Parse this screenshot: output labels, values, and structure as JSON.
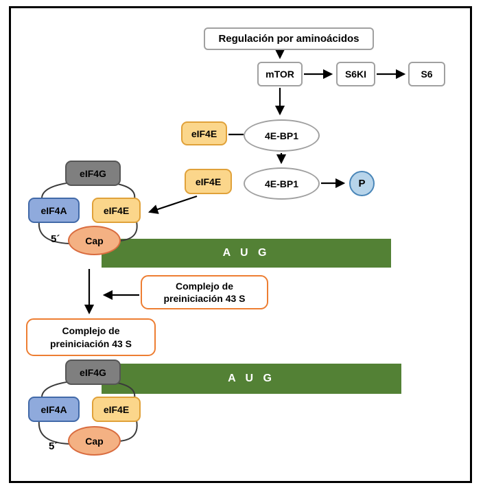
{
  "colors": {
    "yellow_fill": "#FBD68B",
    "yellow_border": "#E0A139",
    "gray_fill": "#7F7F7F",
    "gray_border": "#555555",
    "blue_fill": "#8FAADC",
    "blue_border": "#4169A8",
    "cap_fill": "#F4B183",
    "cap_border": "#D96C3F",
    "p_fill": "#B7D4EA",
    "p_border": "#4A86B8",
    "green_fill": "#538135",
    "orange_border": "#ED7D31",
    "box_border": "#A0A0A0",
    "arrow_color": "#000000"
  },
  "nodes": {
    "regulation": "Regulación por aminoácidos",
    "mtor": "mTOR",
    "s6ki": "S6KI",
    "s6": "S6",
    "eif4e_free_top": "eIF4E",
    "ebp1_top": "4E-BP1",
    "eif4e_free_mid": "eIF4E",
    "ebp1_bottom": "4E-BP1",
    "phosphate": "P",
    "five_prime_top": "5´",
    "five_prime_bottom": "5´",
    "aug_top": "A U G",
    "aug_bottom": "A U G",
    "complex_top": {
      "eif4g": "eIF4G",
      "eif4a": "eIF4A",
      "eif4e": "eIF4E",
      "cap": "Cap"
    },
    "complex_bottom": {
      "eif4g": "eIF4G",
      "eif4a": "eIF4A",
      "eif4e": "eIF4E",
      "cap": "Cap"
    },
    "callout_43s": {
      "line1": "Complejo de",
      "line2": "preiniciación 43 S"
    },
    "bound_43s": {
      "line1": "Complejo de",
      "line2": "preiniciación 43 S"
    }
  }
}
